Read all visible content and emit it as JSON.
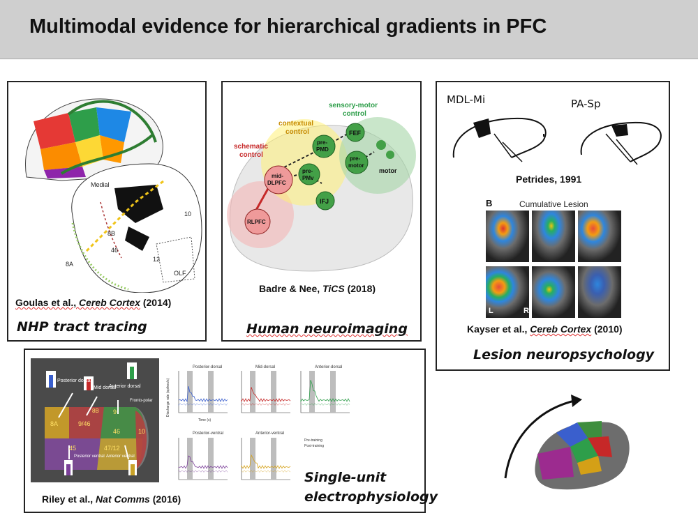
{
  "slide": {
    "title": "Multimodal evidence for hierarchical gradients in PFC"
  },
  "panels": {
    "tract": {
      "cite_authors": "Goulas et al., ",
      "cite_journal": "Cereb Cortex",
      "cite_year": " (2014)",
      "method": "NHP tract tracing",
      "labels": [
        "Medial",
        "8B",
        "46",
        "12",
        "10",
        "OLF",
        "8A"
      ]
    },
    "imaging": {
      "cite_authors": "Badre & Nee, ",
      "cite_journal": "TiCS",
      "cite_year": " (2018)",
      "method": "Human neuroimaging",
      "level_labels": [
        "sensory-motor",
        "control",
        "contextual",
        "control",
        "schematic",
        "control"
      ],
      "nodes": [
        "FEF",
        "pre-",
        "PMD",
        "pre-",
        "motor",
        "motor",
        "mid-",
        "DLPFC",
        "pre-",
        "PMv",
        "IFJ",
        "RLPFC"
      ]
    },
    "lesion": {
      "top_left_label": "MDL-Mi",
      "top_right_label": "PA-Sp",
      "petrides": "Petrides, 1991",
      "fig_letter": "B",
      "fig_title": "Cumulative Lesion",
      "scan_l": "L",
      "scan_r": "R",
      "cite_authors": "Kayser et al., ",
      "cite_journal": "Cereb Cortex",
      "cite_year": " (2010)",
      "method": "Lesion neuropsychology"
    },
    "ephys": {
      "cite_authors": "Riley et al., ",
      "cite_journal": "Nat Comms",
      "cite_year": " (2016)",
      "method_line1": "Single-unit",
      "method_line2": "electrophysiology",
      "region_labels": [
        "Posterior dorsal",
        "Mid dorsal",
        "Anterior dorsal",
        "Fronto-polar",
        "Posterior ventral",
        "Anterior ventral"
      ],
      "area_labels": [
        "8A",
        "9/46",
        "8B",
        "9",
        "46",
        "10",
        "45",
        "47/12"
      ],
      "plot_titles": [
        "Posterior-dorsal",
        "Mid-dorsal",
        "Anterior-dorsal",
        "Posterior-ventral",
        "Anterior-ventral"
      ],
      "ylabel": "Discharge rate (spikes/s)",
      "xlabel": "Time (s)",
      "legend_pre": "Pre-training",
      "legend_post": "Post-training"
    }
  },
  "colors": {
    "title_bar": "#cfcfcf",
    "squiggle": "#e03030"
  }
}
